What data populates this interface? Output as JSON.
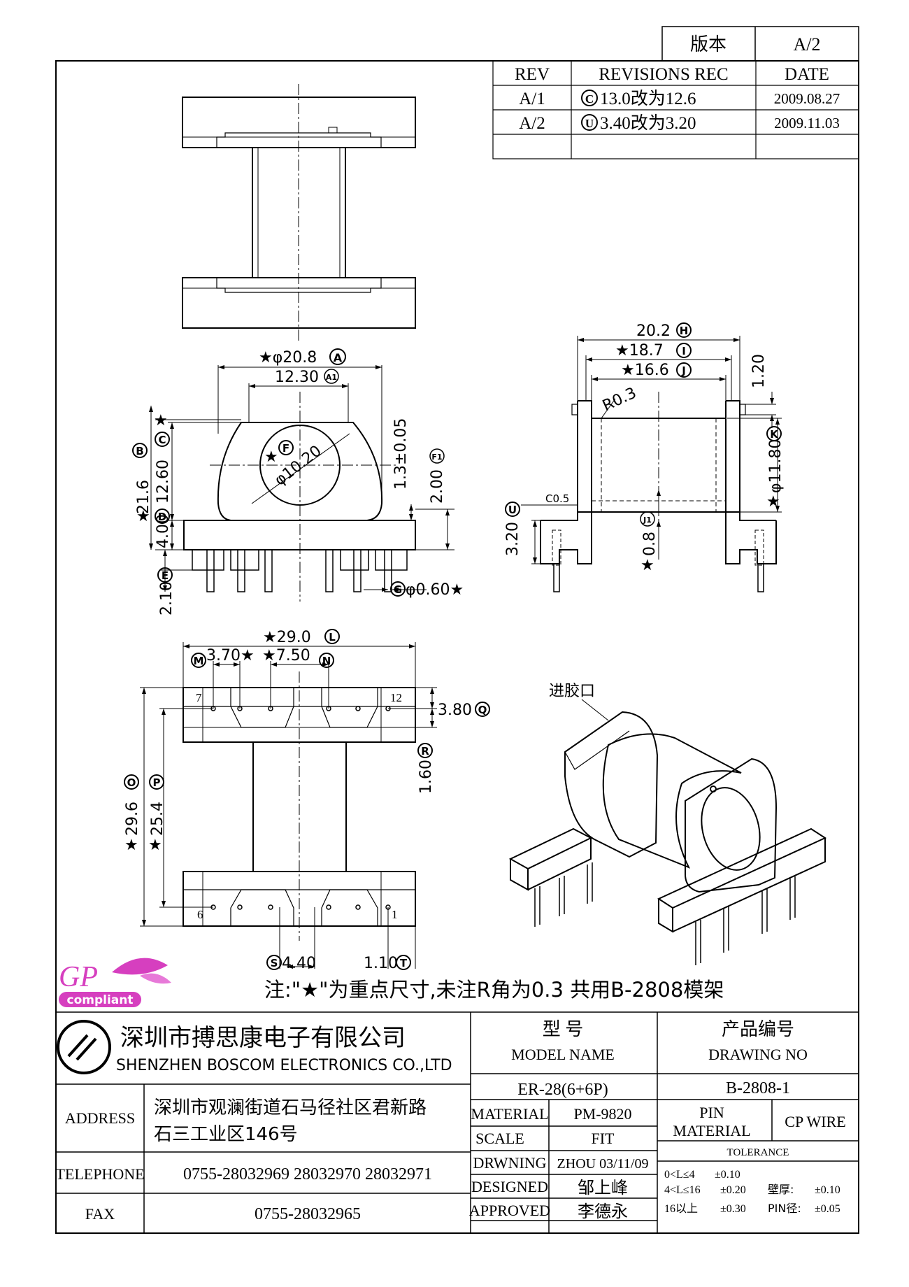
{
  "version_box": {
    "label": "版本",
    "value": "A/2"
  },
  "revisions": {
    "headers": {
      "rev": "REV",
      "rec": "REVISIONS REC",
      "date": "DATE"
    },
    "rows": [
      {
        "rev": "A/1",
        "symbol": "C",
        "rec": "13.0改为12.6",
        "date": "2009.08.27"
      },
      {
        "rev": "A/2",
        "symbol": "U",
        "rec": "3.40改为3.20",
        "date": "2009.11.03"
      }
    ]
  },
  "dimensions": {
    "A": "★φ20.8",
    "A_sym": "A",
    "A1": "12.30",
    "A1_sym": "A1",
    "B": "21.6",
    "B_sym": "B",
    "C": "12.60",
    "C_sym": "C",
    "D": "4.00",
    "D_sym": "D",
    "E": "2.10",
    "E_sym": "E",
    "F": "φ10.20",
    "F_sym": "F",
    "F1": "2.00",
    "F1_sym": "F1",
    "tol": "1.3±0.05",
    "G": "φ0.60★",
    "G_sym": "G",
    "H": "20.2",
    "H_sym": "H",
    "I": "★18.7",
    "I_sym": "I",
    "J": "★16.6",
    "J_sym": "J",
    "R": "R0.3",
    "top_offset": "1.20",
    "K": "φ11.80",
    "K_sym": "K",
    "chamfer": "C0.5",
    "U": "3.20",
    "U_sym": "U",
    "J1": "0.8",
    "J1_sym": "J1",
    "L": "★29.0",
    "L_sym": "L",
    "M": "3.70★",
    "M_sym": "M",
    "N": "★7.50",
    "N_sym": "N",
    "O": "29.6",
    "O_sym": "O",
    "P": "25.4",
    "P_sym": "P",
    "Q": "3.80",
    "Q_sym": "Q",
    "Rr": "1.60",
    "Rr_sym": "R",
    "S": "4.40",
    "S_sym": "S",
    "T": "1.10",
    "T_sym": "T",
    "star": "★",
    "pin7": "7",
    "pin12": "12",
    "pin6": "6",
    "pin1": "1"
  },
  "iso_label": "进胶口",
  "note": "注:\"★\"为重点尺寸,未注R角为0.3   共用B-2808模架",
  "logo": {
    "gp": "GP",
    "compliant": "compliant"
  },
  "company": {
    "cn": "深圳市搏思康电子有限公司",
    "en": "SHENZHEN BOSCOM ELECTRONICS CO.,LTD"
  },
  "title_block": {
    "model_cn": "型    号",
    "model_en": "MODEL NAME",
    "model": "ER-28(6+6P)",
    "drawing_cn": "产品编号",
    "drawing_en": "DRAWING NO",
    "drawing": "B-2808-1",
    "address_label": "ADDRESS",
    "address_line1": "深圳市观澜街道石马径社区君新路",
    "address_line2": "石三工业区146号",
    "telephone_label": "TELEPHONE",
    "telephone": "0755-28032969 28032970 28032971",
    "fax_label": "FAX",
    "fax": "0755-28032965",
    "material_label": "MATERIAL",
    "material": "PM-9820",
    "scale_label": "SCALE",
    "scale": "FIT",
    "drawing_label": "DRWNING",
    "drawing_by": "ZHOU 03/11/09",
    "designed_label": "DESIGNED",
    "designed": "邹上峰",
    "approved_label": "APPROVED",
    "approved": "李德永",
    "pin_material_label1": "PIN",
    "pin_material_label2": "MATERIAL",
    "pin_material": "CP WIRE",
    "tolerance_label": "TOLERANCE",
    "tol_row1_range": "0<L≤4",
    "tol_row1_val": "±0.10",
    "tol_row2_range": "4<L≤16",
    "tol_row2_val": "±0.20",
    "tol_row3_range": "16以上",
    "tol_row3_val": "±0.30",
    "wall_label": "壁厚:",
    "wall_val": "±0.10",
    "pin_dia_label": "PIN径:",
    "pin_dia_val": "±0.05"
  }
}
